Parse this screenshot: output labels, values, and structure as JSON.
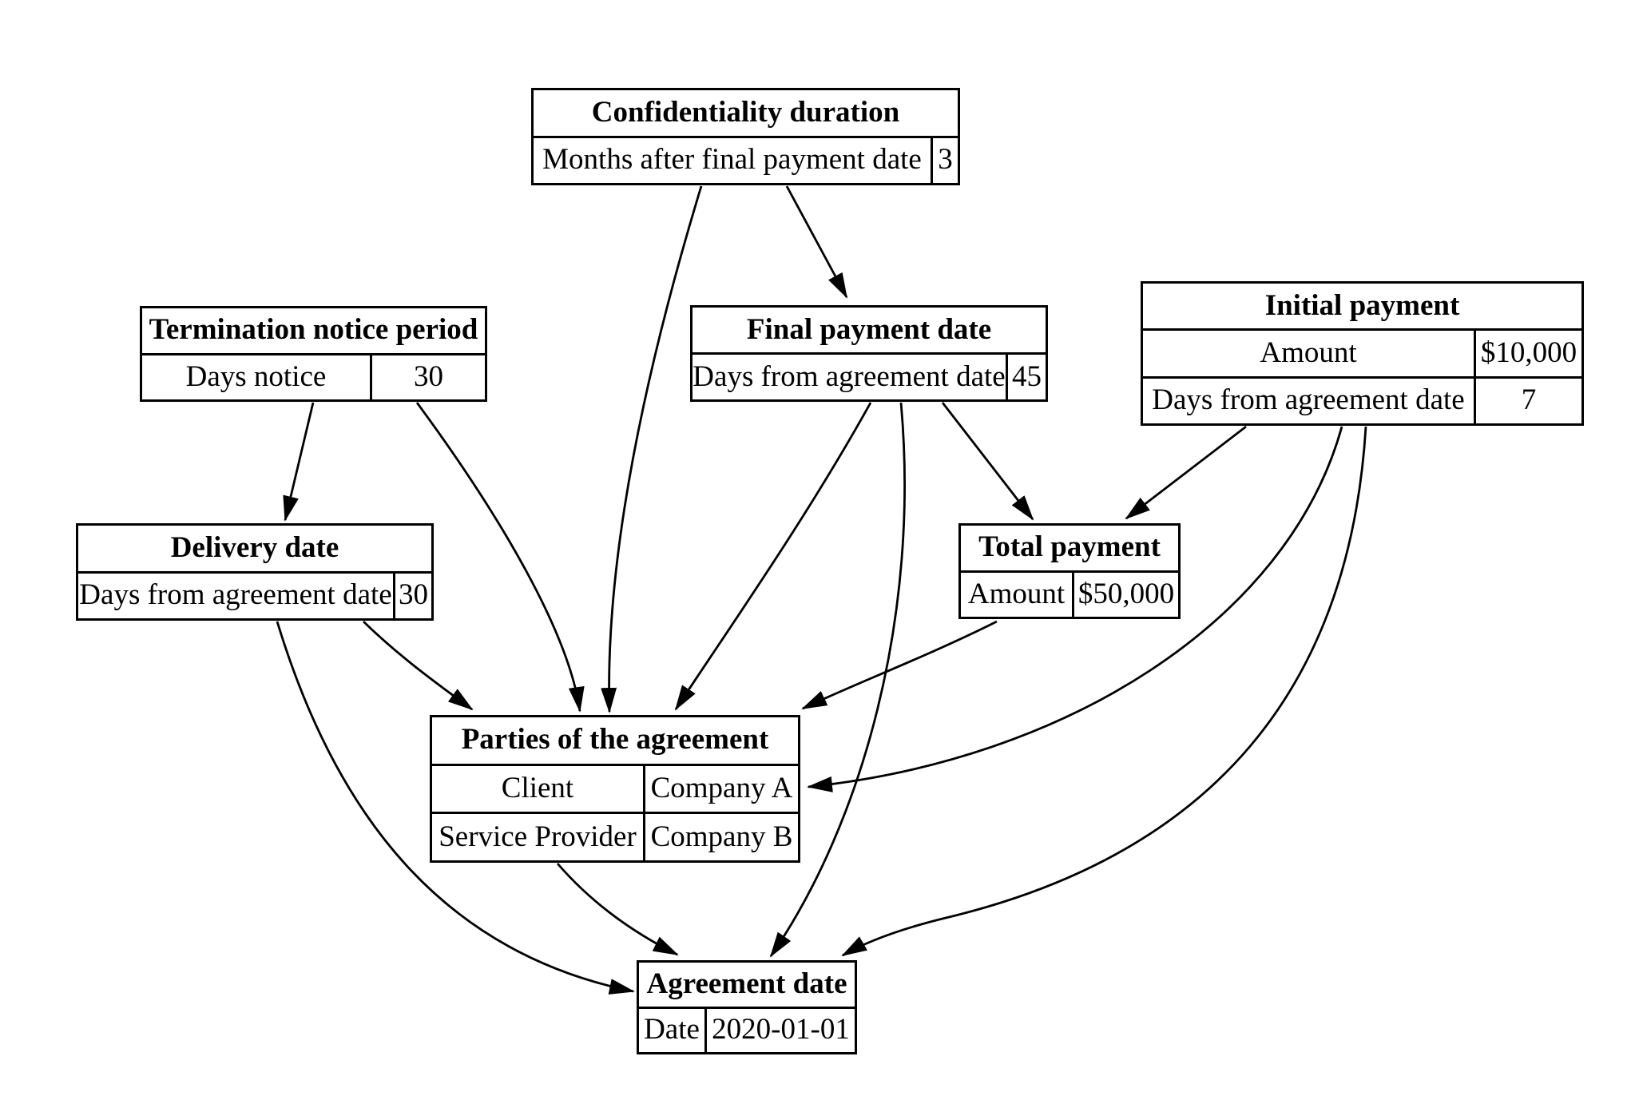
{
  "diagram": {
    "colors": {
      "line": "#000000",
      "background": "#ffffff",
      "text": "#000000"
    },
    "nodes": [
      {
        "id": "confidentiality-duration",
        "title": "Confidentiality duration",
        "rows": [
          {
            "label": "Months after final payment date",
            "value": "3"
          }
        ]
      },
      {
        "id": "termination-notice-period",
        "title": "Termination notice period",
        "rows": [
          {
            "label": "Days notice",
            "value": "30"
          }
        ]
      },
      {
        "id": "final-payment-date",
        "title": "Final payment date",
        "rows": [
          {
            "label": "Days from agreement date",
            "value": "45"
          }
        ]
      },
      {
        "id": "initial-payment",
        "title": "Initial payment",
        "rows": [
          {
            "label": "Amount",
            "value": "$10,000"
          },
          {
            "label": "Days from agreement date",
            "value": "7"
          }
        ]
      },
      {
        "id": "delivery-date",
        "title": "Delivery date",
        "rows": [
          {
            "label": "Days from agreement date",
            "value": "30"
          }
        ]
      },
      {
        "id": "total-payment",
        "title": "Total payment",
        "rows": [
          {
            "label": "Amount",
            "value": "$50,000"
          }
        ]
      },
      {
        "id": "parties-of-the-agreement",
        "title": "Parties of the agreement",
        "rows": [
          {
            "label": "Client",
            "value": "Company A"
          },
          {
            "label": "Service Provider",
            "value": "Company B"
          }
        ]
      },
      {
        "id": "agreement-date",
        "title": "Agreement date",
        "rows": [
          {
            "label": "Date",
            "value": "2020-01-01"
          }
        ]
      }
    ],
    "edges": [
      {
        "from": "confidentiality-duration",
        "to": "final-payment-date"
      },
      {
        "from": "confidentiality-duration",
        "to": "parties-of-the-agreement"
      },
      {
        "from": "termination-notice-period",
        "to": "delivery-date"
      },
      {
        "from": "termination-notice-period",
        "to": "parties-of-the-agreement"
      },
      {
        "from": "final-payment-date",
        "to": "parties-of-the-agreement"
      },
      {
        "from": "final-payment-date",
        "to": "total-payment"
      },
      {
        "from": "final-payment-date",
        "to": "agreement-date"
      },
      {
        "from": "initial-payment",
        "to": "total-payment"
      },
      {
        "from": "initial-payment",
        "to": "parties-of-the-agreement"
      },
      {
        "from": "initial-payment",
        "to": "agreement-date"
      },
      {
        "from": "delivery-date",
        "to": "parties-of-the-agreement"
      },
      {
        "from": "delivery-date",
        "to": "agreement-date"
      },
      {
        "from": "total-payment",
        "to": "parties-of-the-agreement"
      },
      {
        "from": "parties-of-the-agreement",
        "to": "agreement-date"
      }
    ]
  }
}
